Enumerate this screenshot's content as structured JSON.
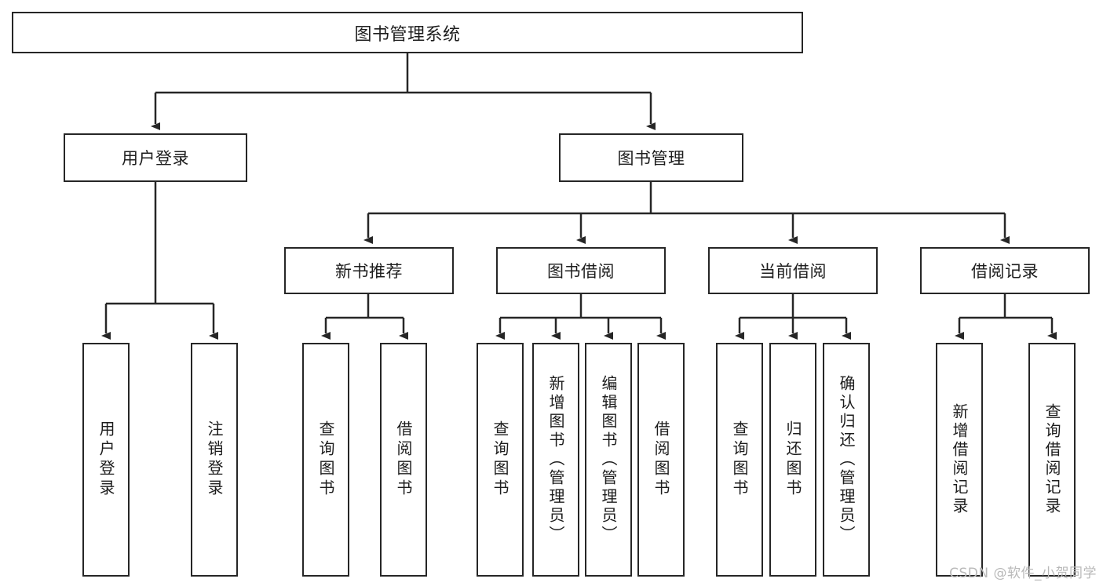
{
  "diagram": {
    "type": "tree-hierarchy",
    "title": "图书管理系统",
    "watermark": "CSDN @软件_小贺同学",
    "colors": {
      "stroke": "#262626",
      "fill": "#ffffff",
      "text": "#1d1d1d",
      "watermark": "#b9b9b9"
    },
    "root": {
      "label": "图书管理系统",
      "orientation": "horizontal"
    },
    "level2": [
      {
        "label": "用户登录",
        "orientation": "horizontal"
      },
      {
        "label": "图书管理",
        "orientation": "horizontal"
      }
    ],
    "level3": [
      {
        "label": "新书推荐",
        "orientation": "horizontal",
        "parent": "图书管理"
      },
      {
        "label": "图书借阅",
        "orientation": "horizontal",
        "parent": "图书管理"
      },
      {
        "label": "当前借阅",
        "orientation": "horizontal",
        "parent": "图书管理"
      },
      {
        "label": "借阅记录",
        "orientation": "horizontal",
        "parent": "图书管理"
      }
    ],
    "leaves": {
      "用户登录": [
        {
          "label": "用户登录",
          "orientation": "vertical"
        },
        {
          "label": "注销登录",
          "orientation": "vertical"
        }
      ],
      "新书推荐": [
        {
          "label": "查询图书",
          "orientation": "vertical"
        },
        {
          "label": "借阅图书",
          "orientation": "vertical"
        }
      ],
      "图书借阅": [
        {
          "label": "查询图书",
          "orientation": "vertical"
        },
        {
          "label": "新增图书（管理员）",
          "orientation": "vertical"
        },
        {
          "label": "编辑图书（管理员）",
          "orientation": "vertical"
        },
        {
          "label": "借阅图书",
          "orientation": "vertical"
        }
      ],
      "当前借阅": [
        {
          "label": "查询图书",
          "orientation": "vertical"
        },
        {
          "label": "归还图书",
          "orientation": "vertical"
        },
        {
          "label": "确认归还（管理员）",
          "orientation": "vertical"
        }
      ],
      "借阅记录": [
        {
          "label": "新增借阅记录",
          "orientation": "vertical"
        },
        {
          "label": "查询借阅记录",
          "orientation": "vertical"
        }
      ]
    }
  }
}
